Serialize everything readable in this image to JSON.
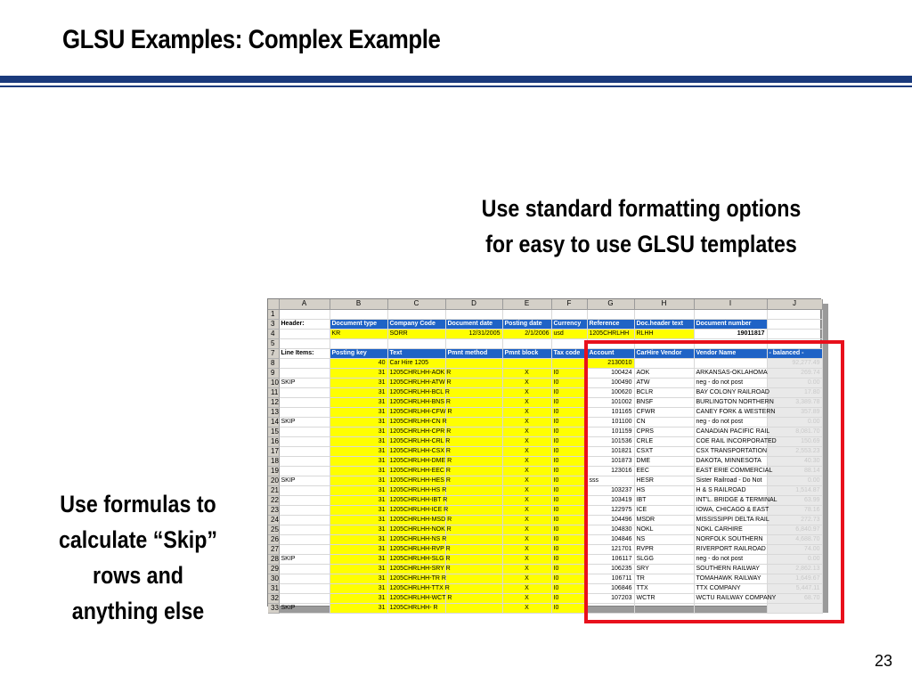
{
  "slide": {
    "title": "GLSU Examples: Complex Example",
    "page_number": "23",
    "callout_right": [
      "Use standard formatting options",
      "for easy to use GLSU templates"
    ],
    "callout_left": [
      "Use formulas to",
      "calculate “Skip”",
      "rows and",
      "anything else"
    ],
    "colors": {
      "title_rule": "#1a3a7c",
      "highlight_box": "#e8101c",
      "header_fill": "#1f63c6",
      "input_fill": "#ffff00"
    }
  },
  "sheet": {
    "columns": [
      "A",
      "B",
      "C",
      "D",
      "E",
      "F",
      "G",
      "H",
      "I",
      "J"
    ],
    "selected_column": "I",
    "header_label": "Header:",
    "header_fields": [
      "Document type",
      "Company Code",
      "Document date",
      "Posting date",
      "Currency",
      "Reference",
      "Doc.header text",
      "Document number"
    ],
    "header_values": [
      "KR",
      "SORR",
      "12/31/2005",
      "2/1/2006",
      "usd",
      "1205CHRLHH",
      "RLHH",
      "19011817"
    ],
    "line_items_label": "Line Items:",
    "line_fields": [
      "Posting key",
      "Text",
      "Pmnt method",
      "Pmnt block",
      "Tax code",
      "Account",
      "CarHire Vendor",
      "Vendor Name",
      "- balanced -"
    ],
    "first_line": {
      "row": "8",
      "posting_key": "40",
      "text": "Car Hire 1205",
      "account": "2130010"
    },
    "rows": [
      {
        "row": "9",
        "skip": "",
        "text": "1205CHRLHH-AOK R",
        "account": "100424",
        "vendor": "AOK",
        "name": "ARKANSAS-OKLAHOMA"
      },
      {
        "row": "10",
        "skip": "SKIP",
        "text": "1205CHRLHH-ATW R",
        "account": "100490",
        "vendor": "ATW",
        "name": "neg - do not post"
      },
      {
        "row": "11",
        "skip": "",
        "text": "1205CHRLHH-BCL R",
        "account": "100620",
        "vendor": "BCLR",
        "name": "BAY COLONY RAILROAD"
      },
      {
        "row": "12",
        "skip": "",
        "text": "1205CHRLHH-BNS R",
        "account": "101002",
        "vendor": "BNSF",
        "name": "BURLINGTON NORTHERN"
      },
      {
        "row": "13",
        "skip": "",
        "text": "1205CHRLHH-CFW R",
        "account": "101165",
        "vendor": "CFWR",
        "name": "CANEY FORK & WESTERN"
      },
      {
        "row": "14",
        "skip": "SKIP",
        "text": "1205CHRLHH-CN  R",
        "account": "101100",
        "vendor": "CN",
        "name": "neg - do not post"
      },
      {
        "row": "15",
        "skip": "",
        "text": "1205CHRLHH-CPR R",
        "account": "101159",
        "vendor": "CPRS",
        "name": "CANADIAN PACIFIC RAIL"
      },
      {
        "row": "16",
        "skip": "",
        "text": "1205CHRLHH-CRL R",
        "account": "101536",
        "vendor": "CRLE",
        "name": "COE RAIL INCORPORATED"
      },
      {
        "row": "17",
        "skip": "",
        "text": "1205CHRLHH-CSX R",
        "account": "101821",
        "vendor": "CSXT",
        "name": "CSX TRANSPORTATION"
      },
      {
        "row": "18",
        "skip": "",
        "text": "1205CHRLHH-DME R",
        "account": "101873",
        "vendor": "DME",
        "name": "DAKOTA, MINNESOTA"
      },
      {
        "row": "19",
        "skip": "",
        "text": "1205CHRLHH-EEC R",
        "account": "123016",
        "vendor": "EEC",
        "name": "EAST ERIE COMMERCIAL"
      },
      {
        "row": "20",
        "skip": "SKIP",
        "text": "1205CHRLHH-HES R",
        "account": "sss",
        "vendor": "HESR",
        "name": "Sister Railroad - Do Not"
      },
      {
        "row": "21",
        "skip": "",
        "text": "1205CHRLHH-HS  R",
        "account": "103237",
        "vendor": "HS",
        "name": "H & S RAILROAD"
      },
      {
        "row": "22",
        "skip": "",
        "text": "1205CHRLHH-IBT R",
        "account": "103419",
        "vendor": "IBT",
        "name": "INT'L. BRIDGE & TERMINAL"
      },
      {
        "row": "23",
        "skip": "",
        "text": "1205CHRLHH-ICE R",
        "account": "122975",
        "vendor": "ICE",
        "name": "IOWA, CHICAGO & EAST"
      },
      {
        "row": "24",
        "skip": "",
        "text": "1205CHRLHH-MSD R",
        "account": "104496",
        "vendor": "MSDR",
        "name": "MISSISSIPPI DELTA RAIL"
      },
      {
        "row": "25",
        "skip": "",
        "text": "1205CHRLHH-NOK R",
        "account": "104830",
        "vendor": "NOKL",
        "name": "NOKL CARHIRE"
      },
      {
        "row": "26",
        "skip": "",
        "text": "1205CHRLHH-NS  R",
        "account": "104846",
        "vendor": "NS",
        "name": "NORFOLK SOUTHERN"
      },
      {
        "row": "27",
        "skip": "",
        "text": "1205CHRLHH-RVP R",
        "account": "121701",
        "vendor": "RVPR",
        "name": "RIVERPORT RAILROAD"
      },
      {
        "row": "28",
        "skip": "SKIP",
        "text": "1205CHRLHH-SLG R",
        "account": "106117",
        "vendor": "SLGG",
        "name": "neg - do not post"
      },
      {
        "row": "29",
        "skip": "",
        "text": "1205CHRLHH-SRY R",
        "account": "106235",
        "vendor": "SRY",
        "name": "SOUTHERN RAILWAY"
      },
      {
        "row": "30",
        "skip": "",
        "text": "1205CHRLHH-TR  R",
        "account": "106711",
        "vendor": "TR",
        "name": "TOMAHAWK RAILWAY"
      },
      {
        "row": "31",
        "skip": "",
        "text": "1205CHRLHH-TTX R",
        "account": "106846",
        "vendor": "TTX",
        "name": "TTX COMPANY"
      },
      {
        "row": "32",
        "skip": "",
        "text": "1205CHRLHH-WCT R",
        "account": "107203",
        "vendor": "WCTR",
        "name": "WCTU RAILWAY COMPANY"
      },
      {
        "row": "33",
        "skip": "SKIP",
        "text": "1205CHRLHH-    R",
        "account": "",
        "vendor": "",
        "name": ""
      }
    ],
    "pmnt_block": "X",
    "tax_code": "I0",
    "posting_key_default": "31",
    "blurred_balances": [
      "92,277.49",
      "269.74",
      "0.00",
      "17.80",
      "3,389.78",
      "357.89",
      "0.00",
      "8,081.70",
      "150.69",
      "2,553.23",
      "40.30",
      "88.14",
      "0.00",
      "1,514.87",
      "63.99",
      "78.16",
      "272.73",
      "6,840.97",
      "4,688.70",
      "74.00",
      "0.00",
      "2,862.13",
      "1,649.67",
      "5,447.11",
      "68.70",
      ""
    ]
  }
}
